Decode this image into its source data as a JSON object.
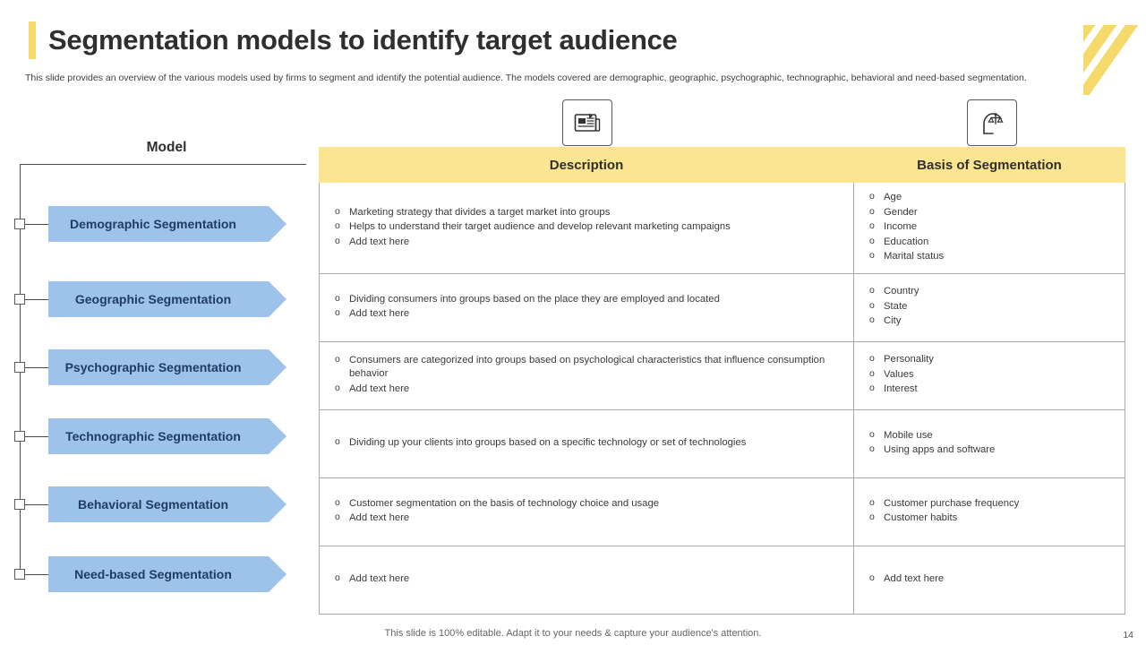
{
  "slide": {
    "title": "Segmentation models to identify target audience",
    "subtitle": "This slide provides an overview of the various models used by firms to segment and identify the potential audience. The models covered are demographic, geographic, psychographic, technographic, behavioral and need-based segmentation.",
    "footer_note": "This slide is 100% editable. Adapt it to your needs & capture your audience's attention.",
    "page_number": "14",
    "accent_color": "#f5d96b",
    "chip_color": "#9dc3ea",
    "header_color": "#fce591"
  },
  "model_column": {
    "heading": "Model",
    "items": [
      {
        "label": "Demographic Segmentation"
      },
      {
        "label": "Geographic Segmentation"
      },
      {
        "label": "Psychographic Segmentation"
      },
      {
        "label": "Technographic Segmentation"
      },
      {
        "label": "Behavioral Segmentation"
      },
      {
        "label": "Need-based Segmentation"
      }
    ]
  },
  "icons": {
    "description_icon": "newspaper-megaphone-icon",
    "basis_icon": "head-balance-scale-icon"
  },
  "table": {
    "headers": {
      "description": "Description",
      "basis": "Basis of Segmentation"
    },
    "rows": [
      {
        "description": [
          "Marketing strategy that divides a target market into groups",
          "Helps to understand their target audience and develop relevant marketing campaigns",
          "Add text here"
        ],
        "basis": [
          "Age",
          "Gender",
          "Income",
          "Education",
          "Marital status"
        ]
      },
      {
        "description": [
          "Dividing consumers into groups based on the place they are employed and located",
          "Add text here"
        ],
        "basis": [
          "Country",
          "State",
          "City"
        ]
      },
      {
        "description": [
          "Consumers are categorized into groups based on psychological characteristics that influence consumption behavior",
          "Add text here"
        ],
        "basis": [
          "Personality",
          "Values",
          "Interest"
        ]
      },
      {
        "description": [
          "Dividing up your clients into groups based on a specific technology or set of technologies"
        ],
        "basis": [
          "Mobile use",
          "Using apps and software"
        ]
      },
      {
        "description": [
          "Customer segmentation on the basis of technology choice and usage",
          "Add text here"
        ],
        "basis": [
          "Customer purchase frequency",
          "Customer habits"
        ]
      },
      {
        "description": [
          "Add text here"
        ],
        "basis": [
          "Add text here"
        ]
      }
    ]
  }
}
